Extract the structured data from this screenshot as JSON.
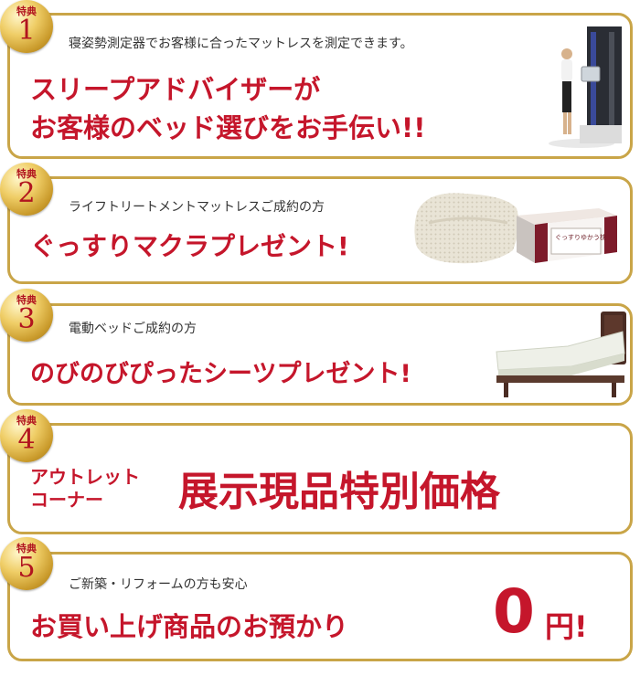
{
  "benefits": [
    {
      "badge_label": "特典",
      "number": "1",
      "subtitle": "寝姿勢測定器でお客様に合ったマットレスを測定できます。",
      "headline_line1": "スリープアドバイザーが",
      "headline_line2": "お客様のベッド選びをお手伝い!!"
    },
    {
      "badge_label": "特典",
      "number": "2",
      "subtitle": "ライフトリートメントマットレスご成約の方",
      "headline": "ぐっすりマクラプレゼント!",
      "box_label": "ぐっすりゆかう枕"
    },
    {
      "badge_label": "特典",
      "number": "3",
      "subtitle": "電動ベッドご成約の方",
      "headline": "のびのびぴったシーツプレゼント!"
    },
    {
      "badge_label": "特典",
      "number": "4",
      "outlet_line1": "アウトレット",
      "outlet_line2": "コーナー",
      "headline": "展示現品特別価格"
    },
    {
      "badge_label": "特典",
      "number": "5",
      "subtitle": "ご新築・リフォームの方も安心",
      "headline": "お買い上げ商品のお預かり",
      "big_number": "0",
      "suffix": "円!"
    }
  ],
  "colors": {
    "accent_red": "#c5162b",
    "border_gold": "#c9a548",
    "badge_gold": "#e2b94e"
  },
  "icons": [
    "measuring-station-image",
    "pillow-image",
    "pillow-box-image",
    "electric-bed-image"
  ]
}
